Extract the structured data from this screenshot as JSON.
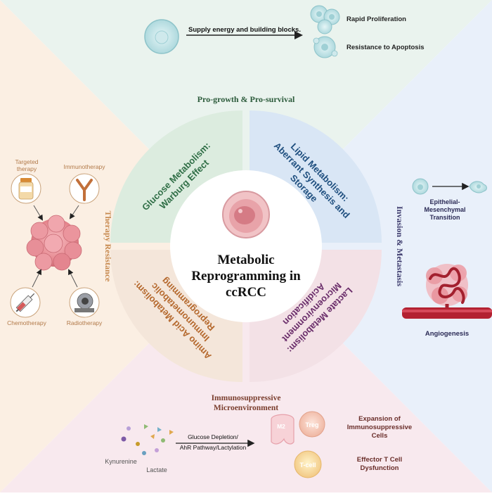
{
  "top": {
    "arrow_label": "Supply energy and building blocks.",
    "outcome_1": "Rapid Proliferation",
    "outcome_2": "Resistance to Apoptosis",
    "section_title": "Pro-growth & Pro-survival"
  },
  "left": {
    "section_title": "Therapy Resistance",
    "targeted_line1": "Targeted",
    "targeted_line2": "therapy",
    "immunotherapy": "Immunotherapy",
    "chemotherapy": "Chemotherapy",
    "radiotherapy": "Radiotherapy"
  },
  "right": {
    "section_title": "Invasion & Metastasis",
    "emt_line1": "Epithelial-",
    "emt_line2": "Mesenchymal",
    "emt_line3": "Transition",
    "angiogenesis": "Angiogenesis"
  },
  "bottom": {
    "section_line1": "Immunosuppressive",
    "section_line2": "Microenvironment",
    "kynurenine": "Kynurenine",
    "lactate": "Lactate",
    "arrow_line1": "Glucose Depletion/",
    "arrow_line2": "AhR Pathway/Lactylation",
    "m2": "M2",
    "treg": "Treg",
    "tcell": "T-cell",
    "expansion_line1": "Expansion of",
    "expansion_line2": "Immunosuppressive",
    "expansion_line3": "Cells",
    "dysfunction_line1": "Effector T Cell",
    "dysfunction_line2": "Dysfunction"
  },
  "center": {
    "title_line1": "Metabolic",
    "title_line2": "Reprogramming in",
    "title_line3": "ccRCC"
  },
  "quadrants": {
    "glucose_line1": "Glucose Metabolism:",
    "glucose_line2": "Warburg Effect",
    "lipid_line1": "Lipid Metabolism:",
    "lipid_line2": "Aberrant Synthesis and",
    "lipid_line3": "Storage",
    "amino_line1": "Amino Acid Metabolism:",
    "amino_line2": "Immunometabolic",
    "amino_line3": "Reprogramming",
    "lactate_line1": "Lactate Metabolism:",
    "lactate_line2": "Microenvironment",
    "lactate_line3": "Acidification"
  },
  "colors": {
    "top_bg": "#eaf3ee",
    "left_bg": "#fbefe3",
    "right_bg": "#e9f0fa",
    "bottom_bg": "#f8e9ee",
    "glucose_panel": "#dcecdf",
    "lipid_panel": "#d9e6f5",
    "amino_panel": "#f4e6da",
    "lactate_panel": "#f3e1e6",
    "glucose_text": "#2f6e46",
    "lipid_text": "#1f4f7f",
    "amino_text": "#b5692e",
    "lactate_text": "#6a2d6a",
    "therapy_text": "#c7894f",
    "invasion_text": "#3c3a6c"
  }
}
